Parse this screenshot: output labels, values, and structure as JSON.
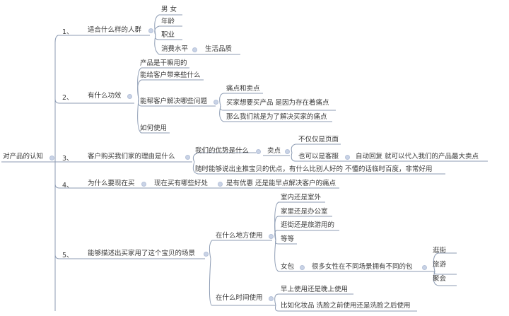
{
  "root": {
    "label": "对产品的认知"
  },
  "branches": [
    {
      "num": "1、",
      "label": "适合什么样的人群",
      "children": [
        "男 女",
        "年龄",
        "职业",
        "消费水平"
      ],
      "sub": {
        "消费水平": [
          "生活品质"
        ]
      }
    },
    {
      "num": "2、",
      "label": "有什么功效",
      "children": [
        "产品是干嘛用的",
        "能给客户带来些什么",
        "能帮客户解决哪些问题",
        "如何使用"
      ],
      "sub": {
        "能帮客户解决哪些问题": [
          "痛点和卖点",
          "买家想要买产品 是因为存在着痛点",
          "那么我们就是为了解决买家的痛点"
        ]
      }
    },
    {
      "num": "3、",
      "label": "客户购买我们家的理由是什么",
      "children": [
        "我们的优势是什么",
        "随时能够说出主推宝贝的优点，有什么比别人好的 不懂的话临时百度，非常好用"
      ],
      "sub": {
        "我们的优势是什么": [
          "卖点"
        ],
        "卖点": [
          "不仅仅是页面",
          "也可以是客服"
        ],
        "也可以是客服": [
          "自动回复  就可以代入我们的产品最大卖点"
        ]
      }
    },
    {
      "num": "4、",
      "label": "为什么要现在买",
      "children": [
        "现在买有哪些好处"
      ],
      "sub": {
        "现在买有哪些好处": [
          "是有优惠  还是能早点解决客户的痛点"
        ]
      }
    },
    {
      "num": "5、",
      "label": "能够描述出买家用了这个宝贝的场景",
      "children": [
        "在什么地方使用",
        "在什么时间使用"
      ],
      "sub": {
        "在什么地方使用": [
          "室内还是室外",
          "家里还是办公室",
          "逛街还是旅游用的",
          "等等",
          "女包"
        ],
        "女包": [
          "很多女性在不同场景拥有不同的包"
        ],
        "很多女性在不同场景拥有不同的包": [
          "逛街",
          "旅游",
          "聚会"
        ],
        "在什么时间使用": [
          "早上使用还是晚上使用",
          "比如化妆品 洗脸之前使用还是洗脸之后使用"
        ]
      }
    }
  ],
  "labels": {
    "root": "对产品的认知",
    "b1": "适合什么样的人群",
    "b1n": "1、",
    "b1c1": "男 女",
    "b1c2": "年龄",
    "b1c3": "职业",
    "b1c4": "消费水平",
    "b1c4a": "生活品质",
    "b2": "有什么功效",
    "b2n": "2、",
    "b2c1": "产品是干嘛用的",
    "b2c2": "能给客户带来些什么",
    "b2c3": "能帮客户解决哪些问题",
    "b2c4": "如何使用",
    "b2c3a": "痛点和卖点",
    "b2c3b": "买家想要买产品 是因为存在着痛点",
    "b2c3c": "那么我们就是为了解决买家的痛点",
    "b3": "客户购买我们家的理由是什么",
    "b3n": "3、",
    "b3c1": "我们的优势是什么",
    "b3c1a": "卖点",
    "b3c1a1": "不仅仅是页面",
    "b3c1a2": "也可以是客服",
    "b3c1a2x": "自动回复  就可以代入我们的产品最大卖点",
    "b3c2": "随时能够说出主推宝贝的优点，有什么比别人好的 不懂的话临时百度，非常好用",
    "b4": "为什么要现在买",
    "b4n": "4、",
    "b4c1": "现在买有哪些好处",
    "b4c1a": "是有优惠  还是能早点解决客户的痛点",
    "b5": "能够描述出买家用了这个宝贝的场景",
    "b5n": "5、",
    "b5c1": "在什么地方使用",
    "b5c1a": "室内还是室外",
    "b5c1b": "家里还是办公室",
    "b5c1c": "逛街还是旅游用的",
    "b5c1d": "等等",
    "b5c1e": "女包",
    "b5c1e1": "很多女性在不同场景拥有不同的包",
    "b5c1e1a": "逛街",
    "b5c1e1b": "旅游",
    "b5c1e1c": "聚会",
    "b5c2": "在什么时间使用",
    "b5c2a": "早上使用还是晚上使用",
    "b5c2b": "比如化妆品 洗脸之前使用还是洗脸之后使用"
  },
  "colors": {
    "line": "#8c9bb3",
    "toggle": "#c9d3e6",
    "text": "#3a3a3a"
  }
}
